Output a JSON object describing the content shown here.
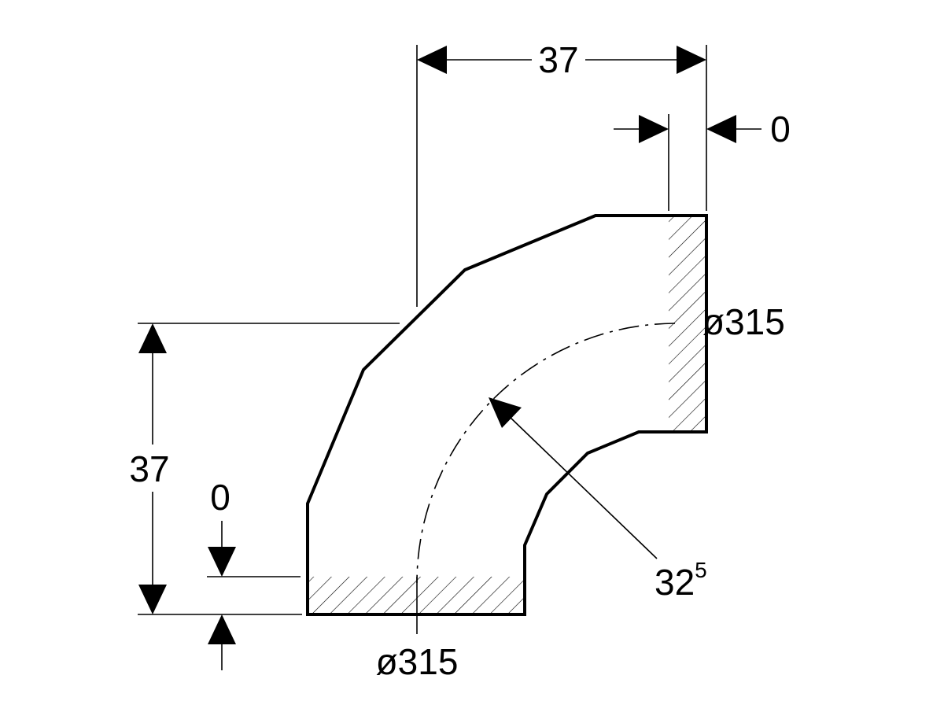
{
  "dimensions": {
    "top_width": "37",
    "top_offset": "0",
    "left_height": "37",
    "left_offset": "0",
    "right_diameter": "ø315",
    "bottom_diameter": "ø315",
    "radius_main": "32",
    "radius_sup": "5"
  },
  "colors": {
    "line": "#000000",
    "background": "#ffffff"
  }
}
